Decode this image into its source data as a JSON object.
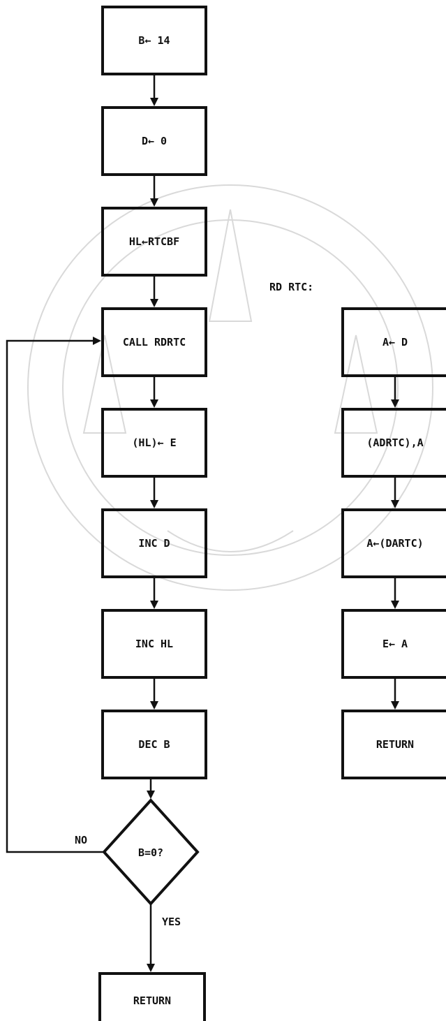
{
  "main": {
    "steps": [
      "B← 14",
      "D← 0",
      "HL←RTCBF",
      "CALL RDRTC",
      "(HL)← E",
      "INC D",
      "INC HL",
      "DEC B"
    ],
    "decision": "B=0?",
    "no_label": "NO",
    "yes_label": "YES",
    "return_label": "RETURN"
  },
  "subroutine": {
    "title": "RD RTC:",
    "steps": [
      "A← D",
      "(ADRTC),A",
      "A←(DARTC)",
      "E← A",
      "RETURN"
    ]
  }
}
